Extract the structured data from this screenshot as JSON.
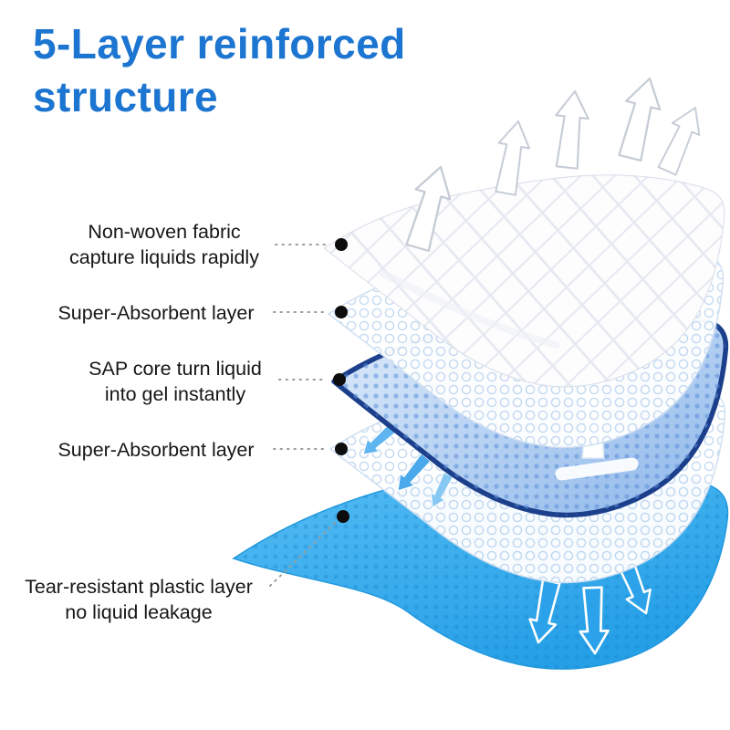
{
  "title": {
    "text": "5-Layer reinforced\nstructure",
    "color": "#1c75d0"
  },
  "labels": [
    {
      "id": "layer-1",
      "text": "Non-woven fabric\ncapture liquids rapidly"
    },
    {
      "id": "layer-2",
      "text": "Super-Absorbent layer"
    },
    {
      "id": "layer-3",
      "text": "SAP core turn liquid\ninto gel instantly"
    },
    {
      "id": "layer-4",
      "text": "Super-Absorbent layer"
    },
    {
      "id": "layer-5",
      "text": "Tear-resistant plastic layer\nno liquid leakage"
    }
  ],
  "diagram": {
    "layer_count": 5,
    "colors": {
      "title_blue": "#1c75d0",
      "sap_core_edge_navy": "#1c3f8c",
      "bottom_layer_blue": "#35aaec",
      "arrow_blue": "#2ba2e9",
      "marker_dot": "#0d0d0d"
    }
  }
}
